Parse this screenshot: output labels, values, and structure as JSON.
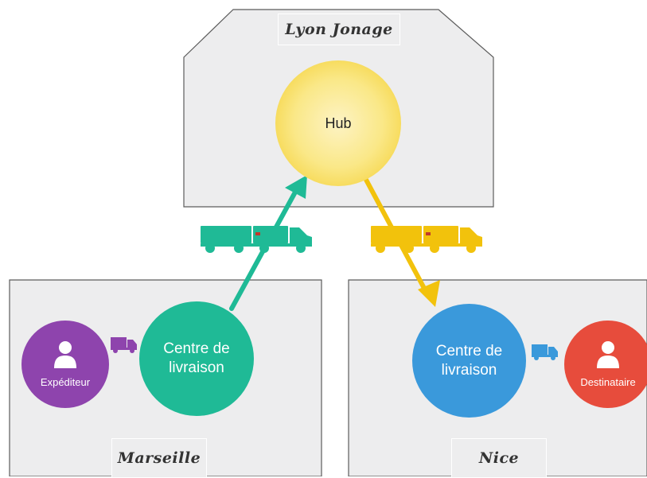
{
  "regions": {
    "hub_city": "Lyon Jonage",
    "origin_city": "Marseille",
    "destination_city": "Nice"
  },
  "nodes": {
    "hub": "Hub",
    "origin_center": "Centre de\nlivraison",
    "destination_center": "Centre de\nlivraison",
    "sender": "Expéditeur",
    "recipient": "Destinataire"
  },
  "colors": {
    "hub": "#f9e06b",
    "origin_center": "#1fba96",
    "destination_center": "#3a99db",
    "sender": "#8e44ad",
    "recipient": "#e74c3c",
    "teal_route": "#1fba96",
    "yellow_route": "#f2c20c",
    "van_sender": "#8e44ad",
    "van_recipient": "#3a99db"
  },
  "icons": [
    "person-icon",
    "truck-icon",
    "van-icon",
    "arrow-icon"
  ]
}
